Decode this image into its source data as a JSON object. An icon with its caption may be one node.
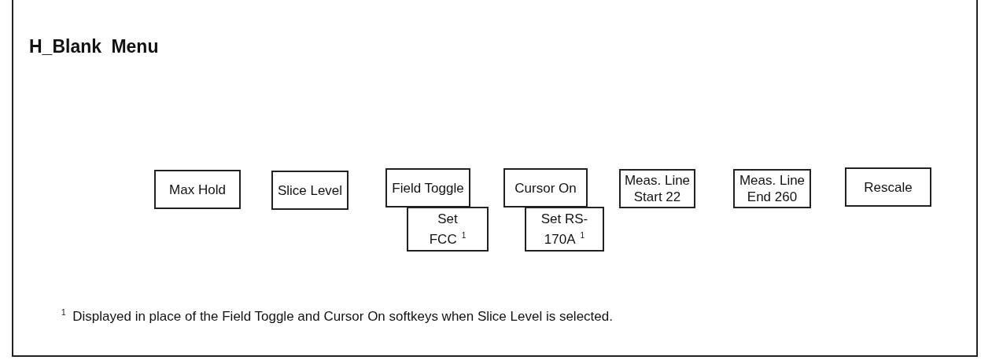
{
  "diagram": {
    "title": "H_Blank Menu",
    "nodes": [
      {
        "text": [
          "Max Hold"
        ]
      },
      {
        "text": [
          "Slice Level"
        ]
      },
      {
        "text": [
          "Field Toggle"
        ]
      },
      {
        "text": [
          "Cursor On"
        ]
      },
      {
        "text": [
          "Meas. Line Start 22"
        ]
      },
      {
        "text": [
          "Meas. Line End 260"
        ]
      },
      {
        "text": [
          "Rescale"
        ]
      },
      {
        "text": [
          "Set FCC$^{1}$"
        ]
      },
      {
        "text": [
          "Set RS-170A$^{1}$"
        ]
      }
    ],
    "edges": [],
    "labels": [
      "$^{1}$ Displayed in place of the Field Toggle and Cursor On softkeys when Slice Level is selected."
    ]
  }
}
